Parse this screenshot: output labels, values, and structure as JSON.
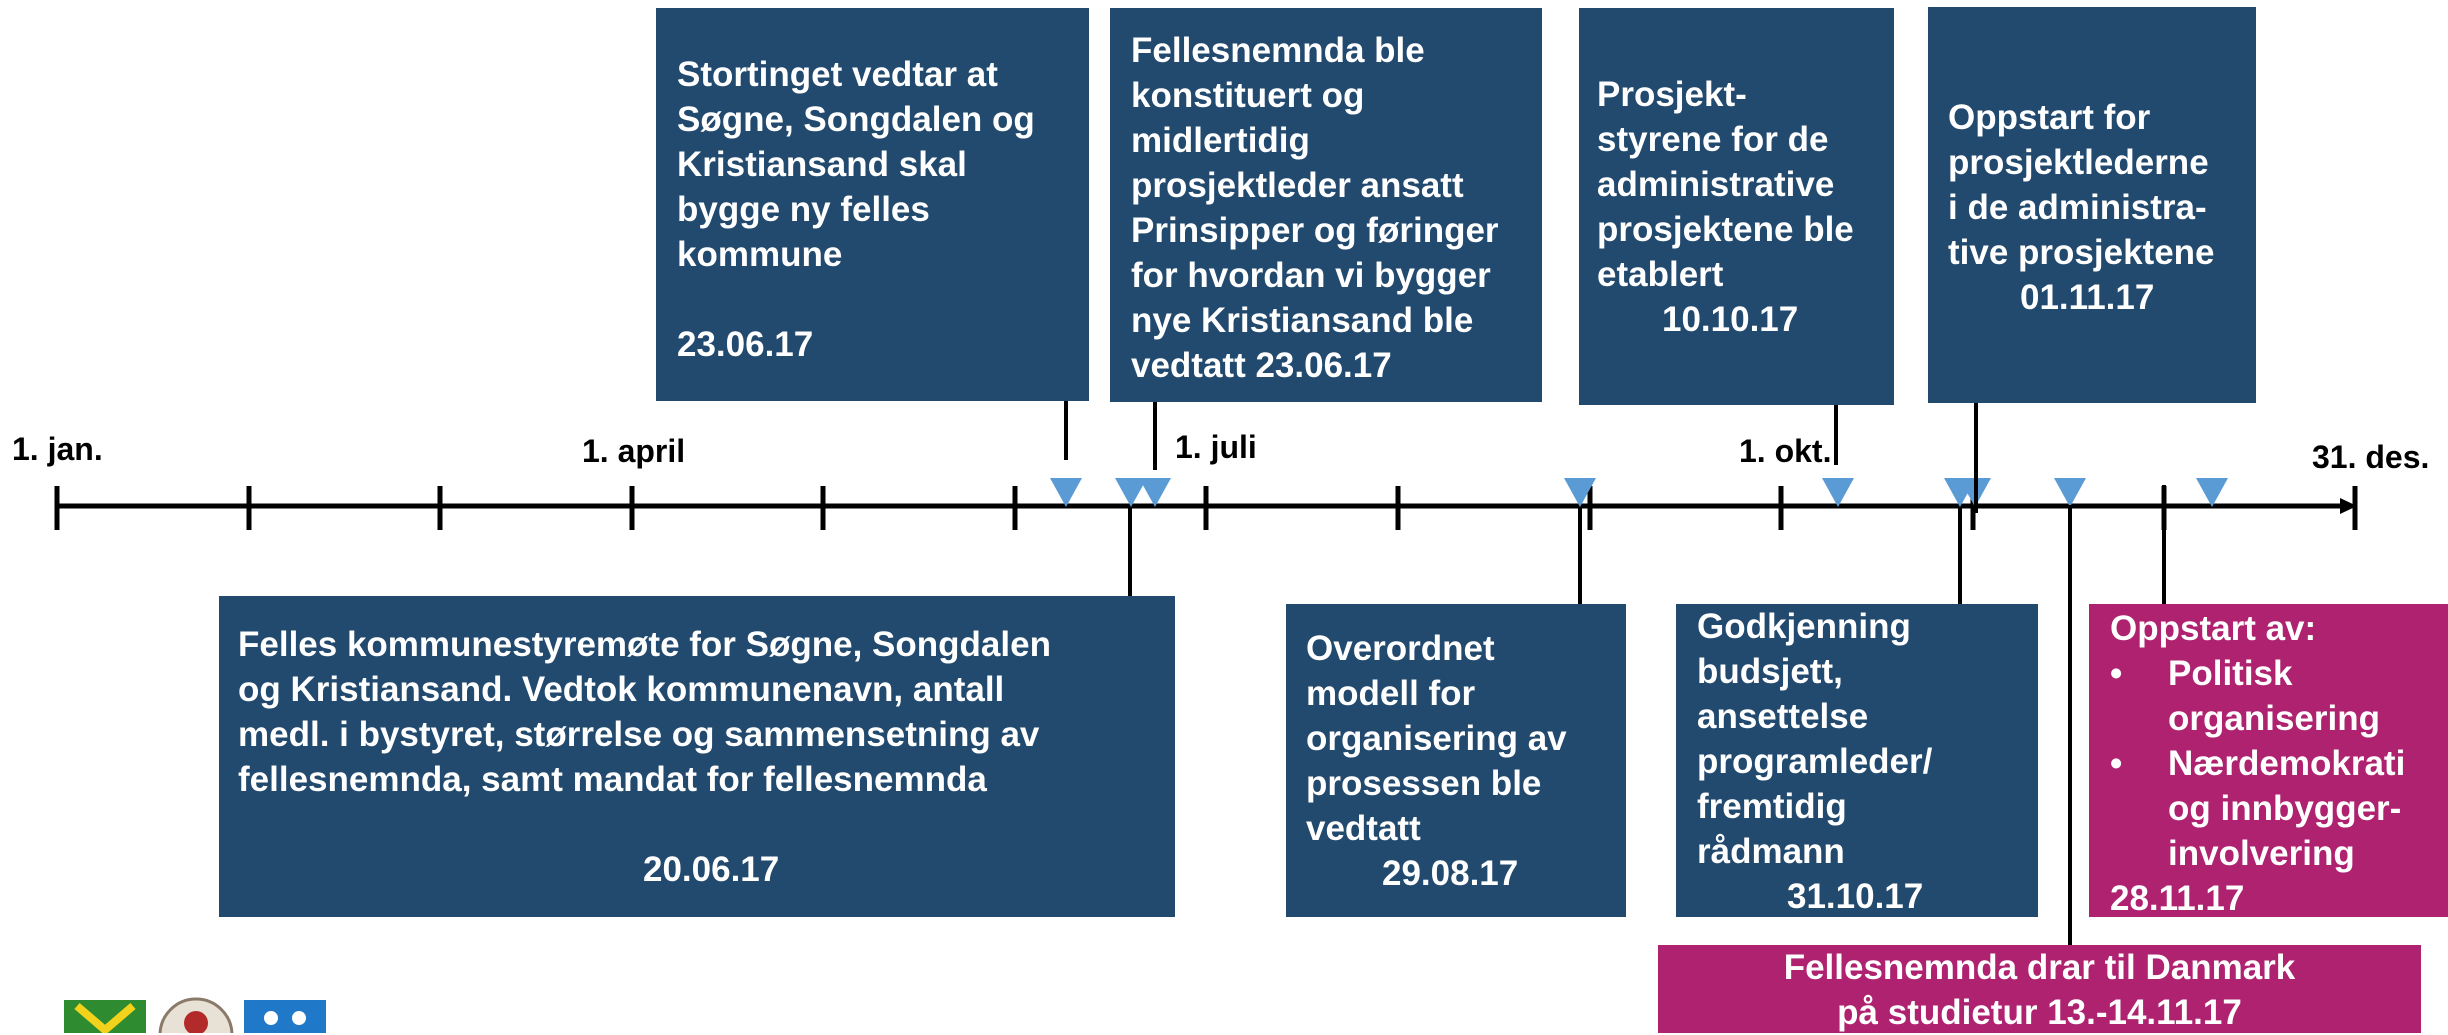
{
  "axis": {
    "labels": [
      "1. jan.",
      "1. april",
      "1. juli",
      "1. okt.",
      "31. des."
    ]
  },
  "colors": {
    "box_navy": "#22496e",
    "box_magenta": "#ae2270",
    "marker_blue": "#5b9bd5",
    "axis": "#000000"
  },
  "events": {
    "stortinget": {
      "lines": [
        "Stortinget vedtar at",
        "Søgne, Songdalen og",
        "Kristiansand skal",
        "bygge ny felles",
        "kommune"
      ],
      "date": "23.06.17"
    },
    "fellesnemnda_konstituert": {
      "lines": [
        "Fellesnemnda ble",
        "konstituert og",
        "midlertidig",
        "prosjektleder ansatt",
        "Prinsipper og føringer",
        "for hvordan vi bygger",
        "nye Kristiansand ble",
        "vedtatt 23.06.17"
      ]
    },
    "prosjektstyrene": {
      "lines": [
        "Prosjekt-",
        "styrene for de",
        "administrative",
        "prosjektene ble",
        "etablert"
      ],
      "date": "10.10.17"
    },
    "oppstart_prosjektledere": {
      "lines": [
        "Oppstart for",
        "prosjektlederne",
        "i de administra-",
        "tive prosjektene"
      ],
      "date": "01.11.17"
    },
    "felles_kommunestyremote": {
      "lines": [
        "Felles kommunestyremøte for Søgne, Songdalen",
        "og Kristiansand. Vedtok kommunenavn, antall",
        "medl. i bystyret, størrelse og sammensetning av",
        "fellesnemnda, samt mandat for fellesnemnda"
      ],
      "date": "20.06.17"
    },
    "overordnet_modell": {
      "lines": [
        "Overordnet",
        "modell for",
        "organisering av",
        "prosessen ble",
        "vedtatt"
      ],
      "date": "29.08.17"
    },
    "godkjenning_budsjett": {
      "lines": [
        "Godkjenning",
        "budsjett,",
        "ansettelse",
        "programleder/",
        "fremtidig",
        "rådmann"
      ],
      "date": "31.10.17"
    },
    "oppstart_av": {
      "heading": "Oppstart av:",
      "bullets": [
        [
          "Politisk",
          "organisering"
        ],
        [
          "Nærdemokrati",
          "og innbygger-",
          "involvering"
        ]
      ],
      "bullet_glyph": "•",
      "date": "28.11.17"
    },
    "studietur": {
      "lines": [
        "Fellesnemnda drar til Danmark",
        "på studietur 13.-14.11.17"
      ]
    }
  },
  "logos": [
    {
      "name": "songdalen-coat-of-arms",
      "color": "#2f8b2f"
    },
    {
      "name": "sogne-coat-of-arms",
      "color": "#b22a2a"
    },
    {
      "name": "kristiansand-coat-of-arms",
      "color": "#1f78c8"
    }
  ]
}
